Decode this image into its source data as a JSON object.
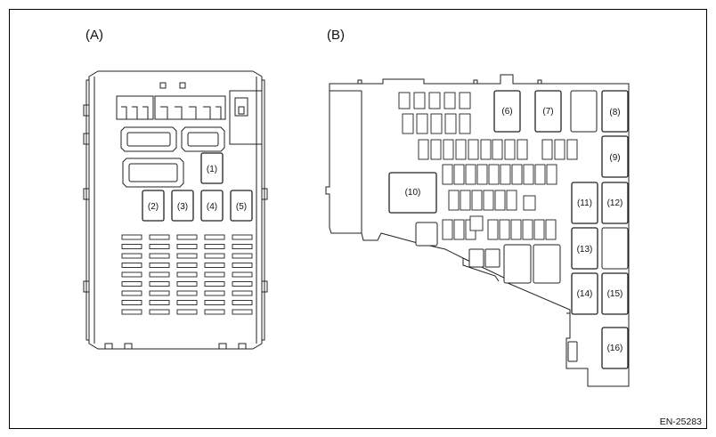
{
  "labels": {
    "view_a": "(A)",
    "view_b": "(B)",
    "figure_code": "EN-25283"
  },
  "fuse_numbers": [
    "(1)",
    "(2)",
    "(3)",
    "(4)",
    "(5)",
    "(6)",
    "(7)",
    "(8)",
    "(9)",
    "(10)",
    "(11)",
    "(12)",
    "(13)",
    "(14)",
    "(15)",
    "(16)"
  ]
}
